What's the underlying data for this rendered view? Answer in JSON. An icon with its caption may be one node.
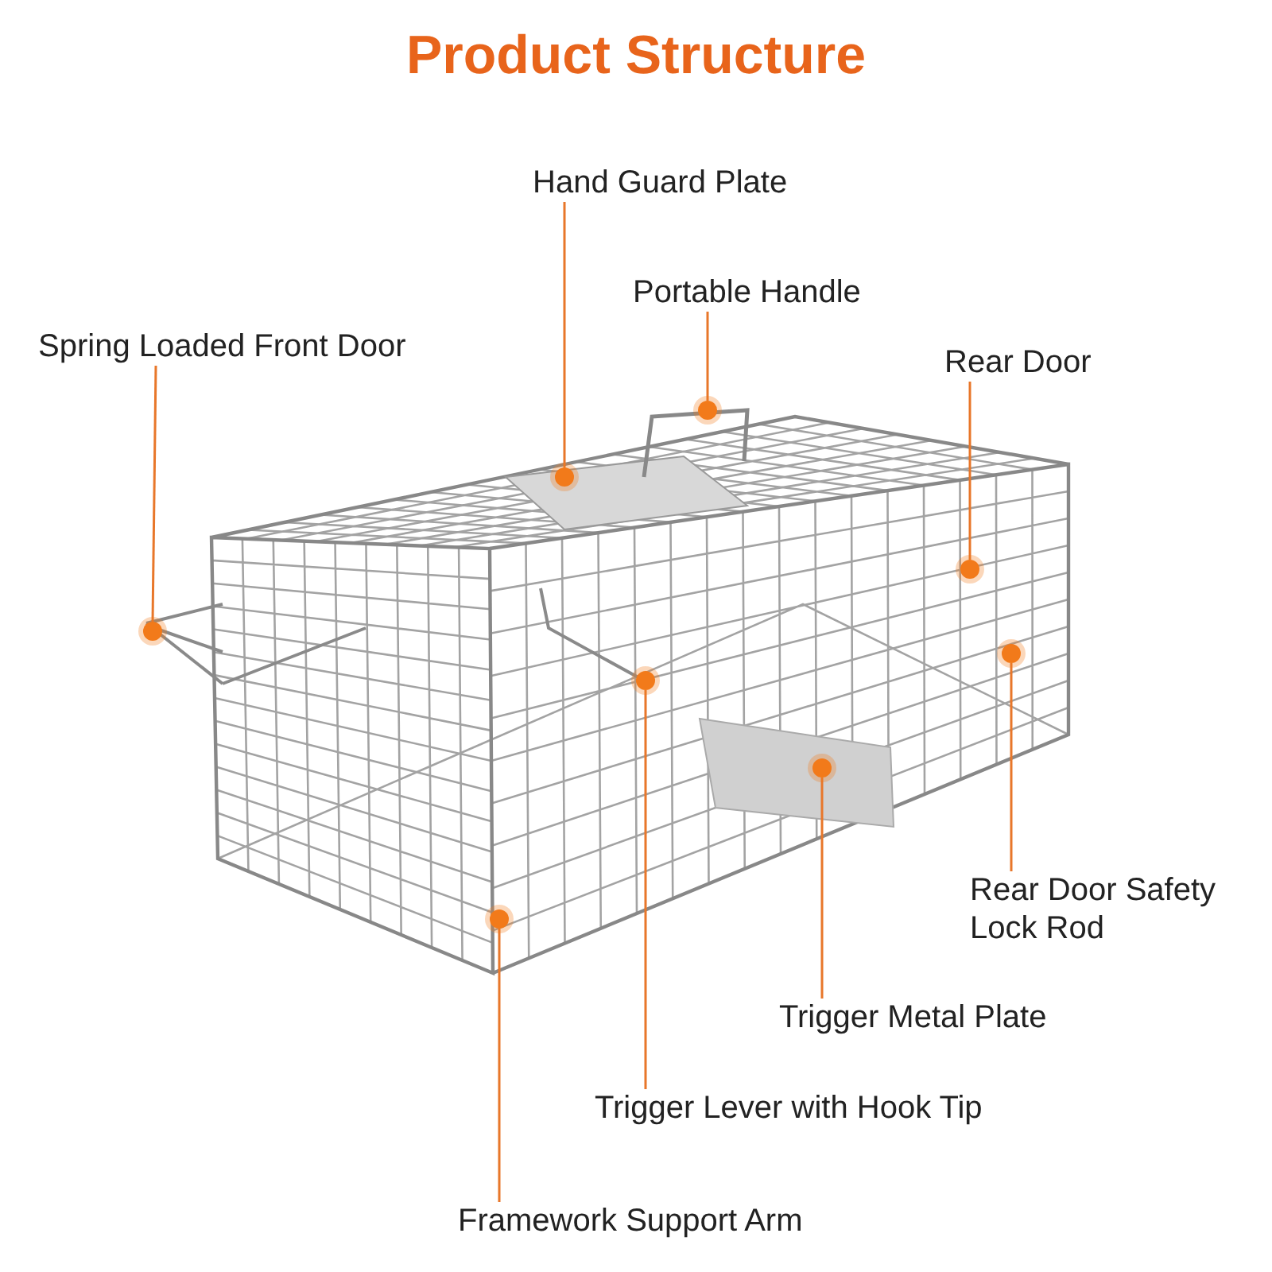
{
  "diagram": {
    "title": "Product Structure",
    "nodes": [
      {
        "text": [
          "Hand Guard Plate"
        ]
      },
      {
        "text": [
          "Portable Handle"
        ]
      },
      {
        "text": [
          "Spring Loaded Front Door"
        ]
      },
      {
        "text": [
          "Rear Door"
        ]
      },
      {
        "text": [
          "Rear Door Safety Lock Rod"
        ]
      },
      {
        "text": [
          "Trigger Metal Plate"
        ]
      },
      {
        "text": [
          "Trigger Lever with Hook Tip"
        ]
      },
      {
        "text": [
          "Framework Support Arm"
        ]
      },
      {
        "text": [],
        "shape": "circle"
      },
      {
        "text": [],
        "shape": "circle"
      },
      {
        "text": [],
        "shape": "circle"
      },
      {
        "text": [],
        "shape": "circle"
      },
      {
        "text": [],
        "shape": "circle"
      },
      {
        "text": [],
        "shape": "circle"
      },
      {
        "text": [],
        "shape": "circle"
      },
      {
        "text": [],
        "shape": "circle"
      }
    ],
    "edges": [
      {
        "from": 0,
        "to": 8,
        "arrow": "none"
      },
      {
        "from": 1,
        "to": 9,
        "arrow": "none"
      },
      {
        "from": 2,
        "to": 10,
        "arrow": "none"
      },
      {
        "from": 3,
        "to": 11,
        "arrow": "none"
      },
      {
        "from": 4,
        "to": 12,
        "arrow": "none"
      },
      {
        "from": 5,
        "to": 13,
        "arrow": "none"
      },
      {
        "from": 6,
        "to": 14,
        "arrow": "none"
      },
      {
        "from": 7,
        "to": 15,
        "arrow": "none"
      }
    ]
  }
}
